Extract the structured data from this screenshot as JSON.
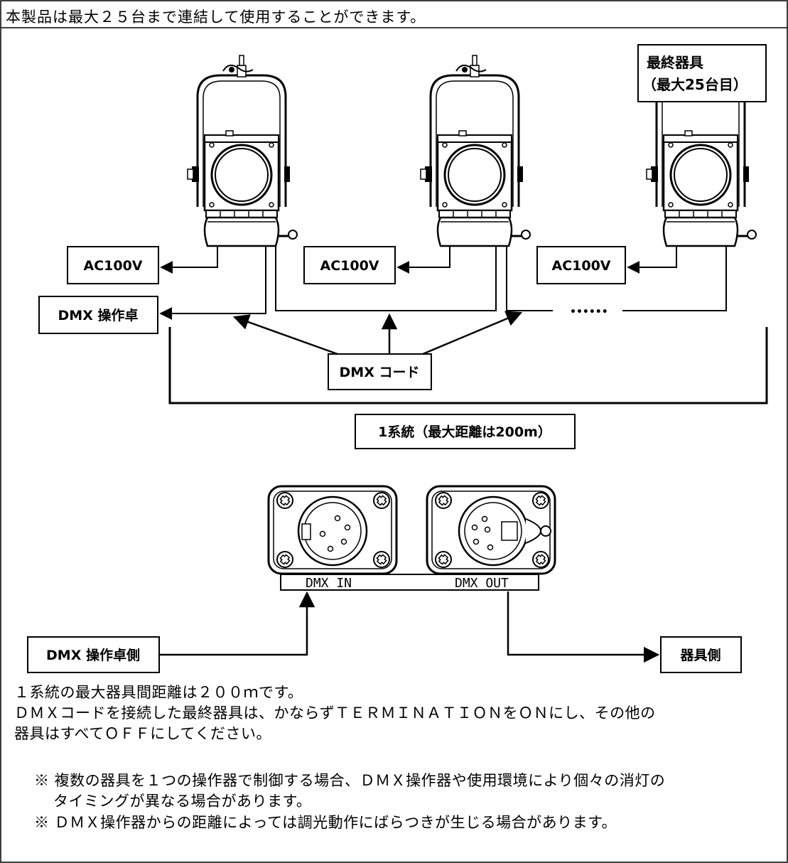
{
  "intro": "本製品は最大２５台まで連結して使用することができます。",
  "labels": {
    "last_fixture_line1": "最終器具",
    "last_fixture_line2": "（最大25台目）",
    "ac1": "AC100V",
    "ac2": "AC100V",
    "ac3": "AC100V",
    "dmx_console": "DMX 操作卓",
    "dots": "••••••",
    "dmx_cord": "DMX コード",
    "system": "1系統（最大距離は200m）",
    "dmx_in": "DMX  IN",
    "dmx_out": "DMX  OUT",
    "console_side": "DMX 操作卓側",
    "fixture_side": "器具側"
  },
  "body": {
    "line1": "１系統の最大器具間距離は２００ｍです。",
    "line2": "ＤＭＸコードを接続した最終器具は、かならずＴＥＲＭＩＮＡＴＩＯＮをＯＮにし、その他の",
    "line3": "器具はすべてＯＦＦにしてください。",
    "note1a": "※ 複数の器具を１つの操作器で制御する場合、ＤＭＸ操作器や使用環境により個々の消灯の",
    "note1b": "タイミングが異なる場合があります。",
    "note2": "※ ＤＭＸ操作器からの距離によっては調光動作にばらつきが生じる場合があります。"
  }
}
